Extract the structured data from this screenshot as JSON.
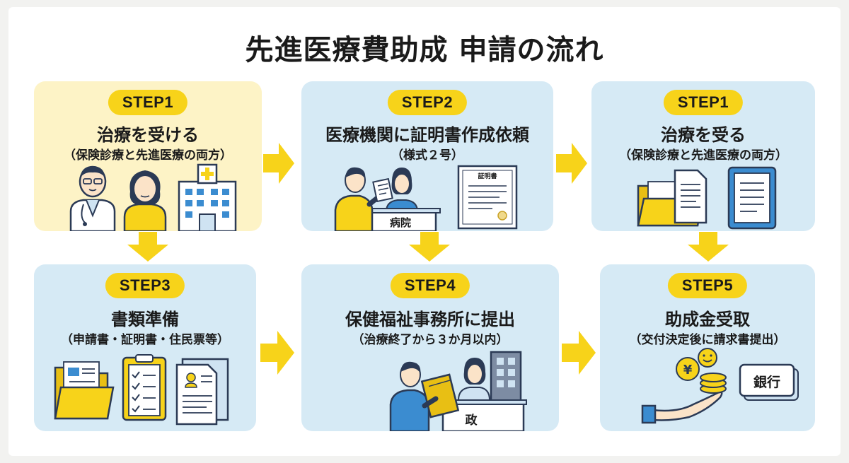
{
  "title": "先進医療費助成 申請の流れ",
  "steps": [
    {
      "badge": "STEP1",
      "heading": "治療を受ける",
      "sub": "（保険診療と先進医療の両方）"
    },
    {
      "badge": "STEP2",
      "heading": "医療機関に証明書作成依頼",
      "sub": "（様式２号）",
      "sign": "病院",
      "doc_title": "証明書"
    },
    {
      "badge": "STEP1",
      "heading": "治療を受る",
      "sub": "（保険診療と先進医療の両方）"
    },
    {
      "badge": "STEP3",
      "heading": "書類準備",
      "sub": "（申請書・証明書・住民票等）"
    },
    {
      "badge": "STEP4",
      "heading": "保健福祉事務所に提出",
      "sub": "（治療終了から３か月以内）",
      "sign": "政"
    },
    {
      "badge": "STEP5",
      "heading": "助成金受取",
      "sub": "（交付決定後に請求書提出）",
      "bank": "銀行",
      "yen": "¥"
    }
  ],
  "colors": {
    "yellow": "#f7d31a",
    "card_blue": "#d6eaf5",
    "card_yellow": "#fdf3c6",
    "navy": "#2b3a55"
  }
}
